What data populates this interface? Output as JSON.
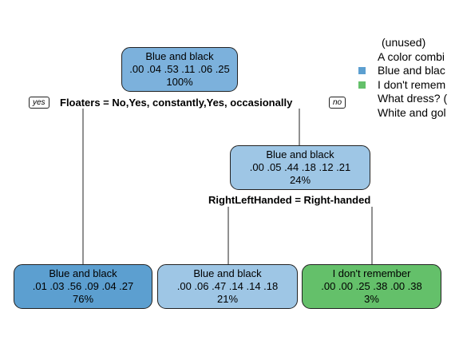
{
  "colors": {
    "edge": "#222222",
    "blue_dark": "#5c9fd0",
    "blue_mid": "#7cb1dc",
    "blue_light": "#9ec6e5",
    "green": "#64c06a"
  },
  "tree": {
    "root": {
      "label": "Blue and black",
      "probs": ".00  .04  .53  .11  .06  .25",
      "pct": "100%"
    },
    "split1": {
      "text": "Floaters = No,Yes, constantly,Yes, occasionally",
      "yes": "yes",
      "no": "no"
    },
    "node2": {
      "label": "Blue and black",
      "probs": ".00  .05  .44  .18  .12  .21",
      "pct": "24%"
    },
    "split2": {
      "text": "RightLeftHanded = Right-handed"
    },
    "leaf1": {
      "label": "Blue and black",
      "probs": ".01  .03  .56  .09  .04  .27",
      "pct": "76%"
    },
    "leaf2": {
      "label": "Blue and black",
      "probs": ".00  .06  .47  .14  .14  .18",
      "pct": "21%"
    },
    "leaf3": {
      "label": "I don't remember",
      "probs": ".00  .00  .25  .38  .00  .38",
      "pct": "3%"
    }
  },
  "legend": {
    "title": "(unused)",
    "items": [
      {
        "label": "A color combi",
        "color": ""
      },
      {
        "label": "Blue and blac",
        "color": "#5c9fd0"
      },
      {
        "label": "I don't remem",
        "color": "#64c06a"
      },
      {
        "label": "What dress? (",
        "color": ""
      },
      {
        "label": "White and gol",
        "color": ""
      }
    ]
  }
}
